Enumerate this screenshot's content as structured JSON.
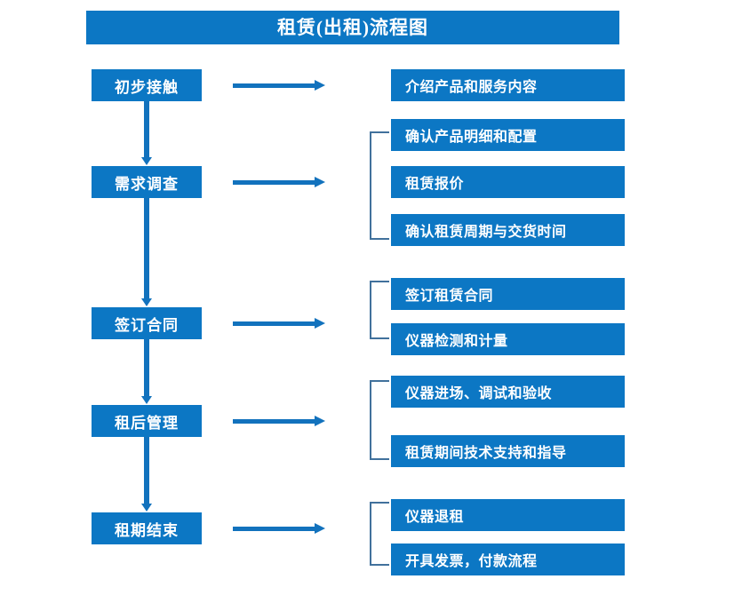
{
  "title": "租赁(出租)流程图",
  "colors": {
    "box_fill": "#0C77C4",
    "box_text": "#FFFFFF",
    "arrow": "#1272BD",
    "bracket": "#41719C",
    "background": "#FFFFFF"
  },
  "stages": [
    {
      "label": "初步接触"
    },
    {
      "label": "需求调查"
    },
    {
      "label": "签订合同"
    },
    {
      "label": "租后管理"
    },
    {
      "label": "租期结束"
    }
  ],
  "details": [
    {
      "label": "介绍产品和服务内容"
    },
    {
      "label": "确认产品明细和配置"
    },
    {
      "label": "租赁报价"
    },
    {
      "label": "确认租赁周期与交货时间"
    },
    {
      "label": "签订租赁合同"
    },
    {
      "label": "仪器检测和计量"
    },
    {
      "label": "仪器进场、调试和验收"
    },
    {
      "label": "租赁期间技术支持和指导"
    },
    {
      "label": "仪器退租"
    },
    {
      "label": "开具发票，付款流程"
    }
  ],
  "groups": [
    {
      "stage": "需求调查",
      "members": [
        "确认产品明细和配置",
        "租赁报价",
        "确认租赁周期与交货时间"
      ]
    },
    {
      "stage": "签订合同",
      "members": [
        "签订租赁合同",
        "仪器检测和计量"
      ]
    },
    {
      "stage": "租后管理",
      "members": [
        "仪器进场、调试和验收",
        "租赁期间技术支持和指导"
      ]
    },
    {
      "stage": "租期结束",
      "members": [
        "仪器退租",
        "开具发票，付款流程"
      ]
    }
  ],
  "flow_sequence": [
    "初步接触",
    "需求调查",
    "签订合同",
    "租后管理",
    "租期结束"
  ],
  "icons": {
    "down_arrow": "down-arrow-icon",
    "right_arrow": "right-arrow-icon",
    "bracket": "group-bracket-icon"
  }
}
